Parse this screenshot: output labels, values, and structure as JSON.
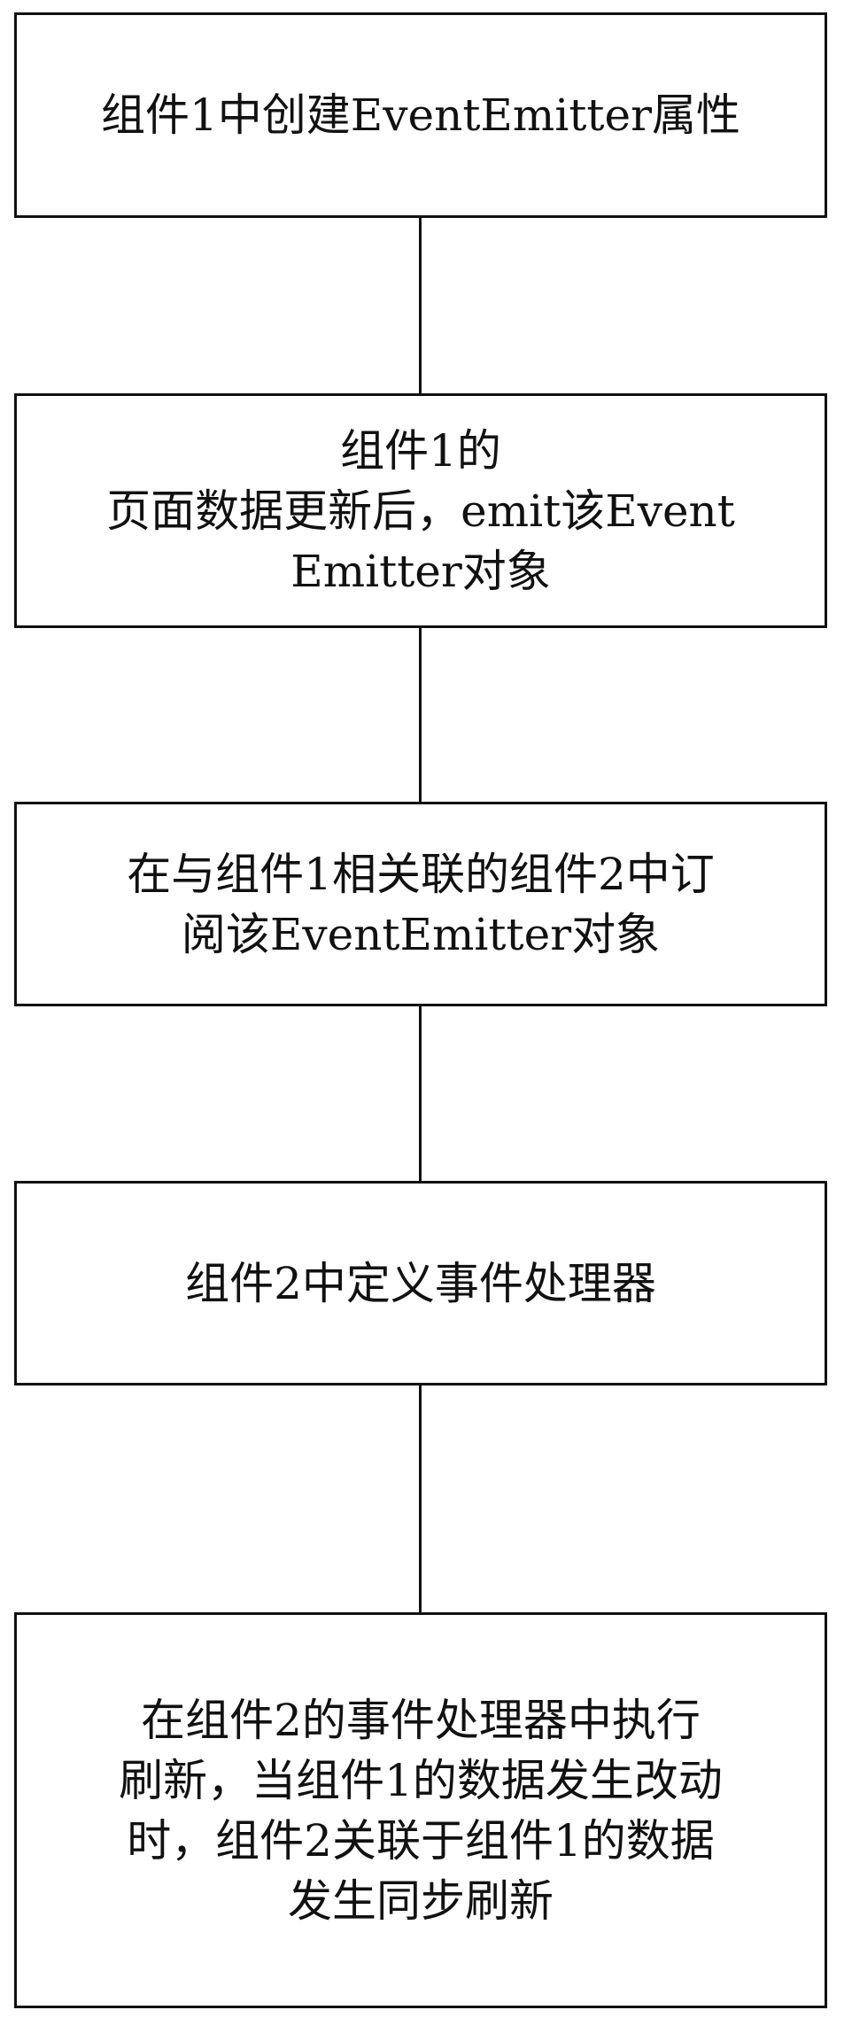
{
  "flowchart": {
    "steps": [
      {
        "lines": [
          "组件1中创建EventEmitter属性"
        ]
      },
      {
        "lines": [
          "组件1的",
          "页面数据更新后，emit该Event",
          "Emitter对象"
        ]
      },
      {
        "lines": [
          "在与组件1相关联的组件2中订",
          "阅该EventEmitter对象"
        ]
      },
      {
        "lines": [
          "组件2中定义事件处理器"
        ]
      },
      {
        "lines": [
          "在组件2的事件处理器中执行",
          "刷新，当组件1的数据发生改动",
          "时，组件2关联于组件1的数据",
          "发生同步刷新"
        ]
      }
    ]
  }
}
